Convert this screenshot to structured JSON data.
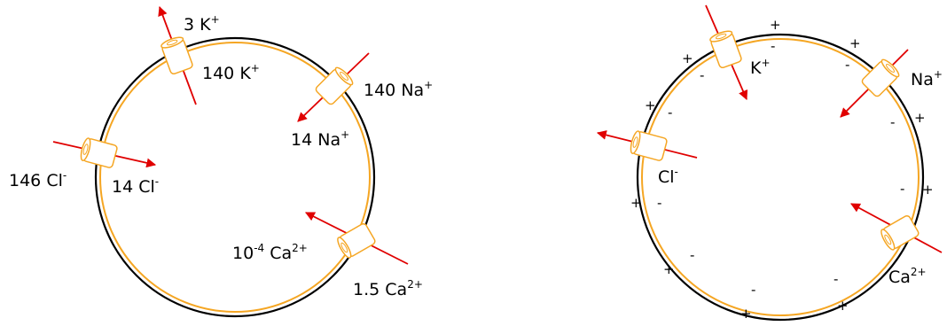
{
  "colors": {
    "membrane_outer": "#000000",
    "membrane_inner": "#f5a623",
    "channel": "#f5a623",
    "arrow": "#e00000",
    "channel_fill": "#ffffff"
  },
  "left_cell": {
    "k_out": {
      "count": "3",
      "ion": "K",
      "charge": "+"
    },
    "k_in": {
      "count": "140",
      "ion": "K",
      "charge": "+"
    },
    "na_out": {
      "count": "140",
      "ion": "Na",
      "charge": "+"
    },
    "na_in": {
      "count": "14",
      "ion": "Na",
      "charge": "+"
    },
    "cl_out": {
      "count": "146",
      "ion": "Cl",
      "charge": "-"
    },
    "cl_in": {
      "count": "14",
      "ion": "Cl",
      "charge": "-"
    },
    "ca_in": {
      "base": "10",
      "exp": "-4",
      "ion": "Ca",
      "charge": "2+"
    },
    "ca_out": {
      "count": "1.5",
      "ion": "Ca",
      "charge": "2+"
    }
  },
  "right_cell": {
    "k": {
      "ion": "K",
      "charge": "+"
    },
    "na": {
      "ion": "Na",
      "charge": "+"
    },
    "cl": {
      "ion": "Cl",
      "charge": "-"
    },
    "ca": {
      "ion": "Ca",
      "charge": "2+"
    },
    "plus": "+",
    "minus": "-"
  }
}
